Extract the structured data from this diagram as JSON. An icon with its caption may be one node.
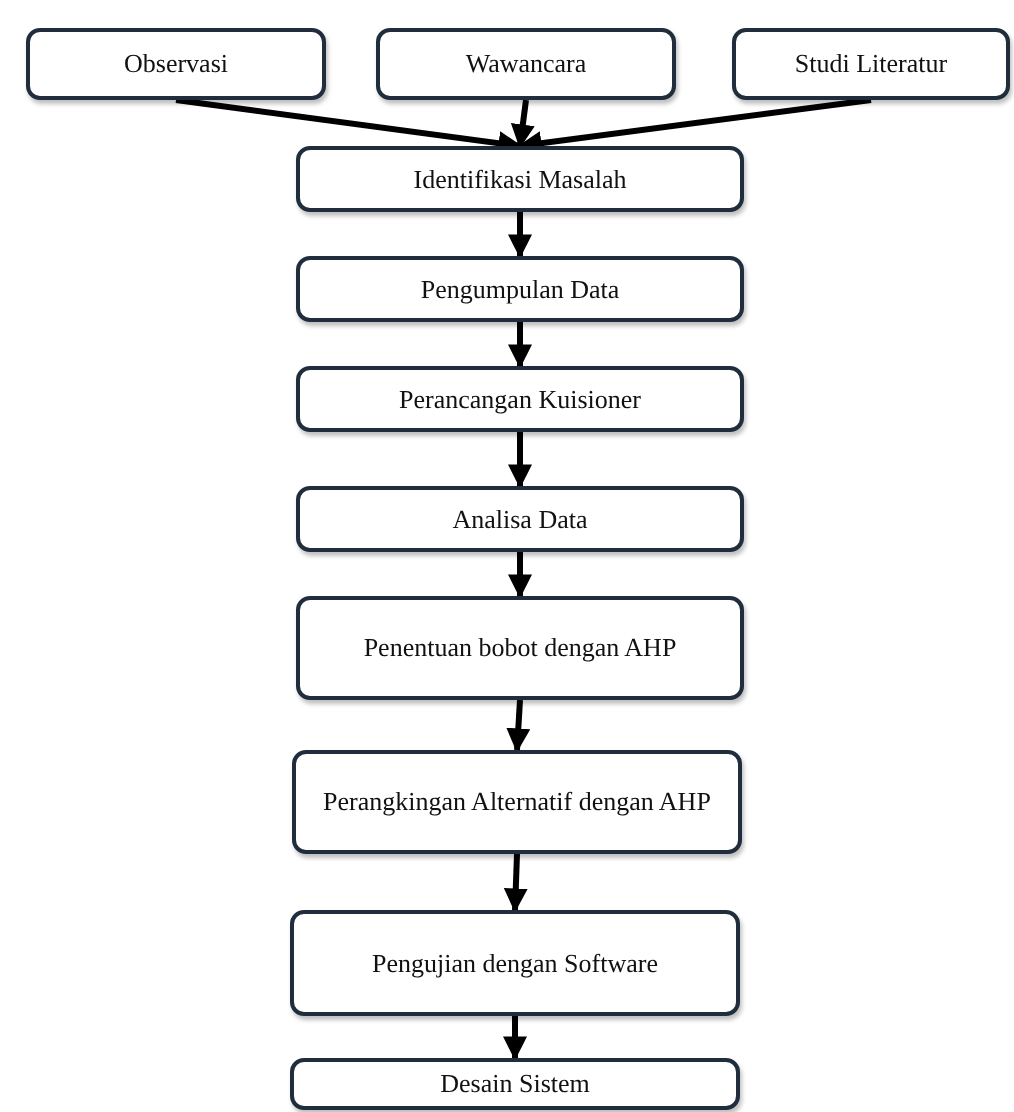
{
  "diagram": {
    "nodes": [
      {
        "text": [
          "Observasi"
        ]
      },
      {
        "text": [
          "Wawancara"
        ]
      },
      {
        "text": [
          "Studi Literatur"
        ]
      },
      {
        "text": [
          "Identifikasi Masalah"
        ]
      },
      {
        "text": [
          "Pengumpulan Data"
        ]
      },
      {
        "text": [
          "Perancangan Kuisioner"
        ]
      },
      {
        "text": [
          "Analisa Data"
        ]
      },
      {
        "text": [
          "Penentuan bobot dengan AHP"
        ]
      },
      {
        "text": [
          "Perangkingan Alternatif dengan AHP"
        ]
      },
      {
        "text": [
          "Pengujian dengan Software"
        ]
      },
      {
        "text": [
          "Desain Sistem"
        ]
      }
    ],
    "edges": [
      {
        "from": 0,
        "to": 3,
        "arrow": "to"
      },
      {
        "from": 1,
        "to": 3,
        "arrow": "to"
      },
      {
        "from": 2,
        "to": 3,
        "arrow": "to"
      },
      {
        "from": 3,
        "to": 4,
        "arrow": "to"
      },
      {
        "from": 4,
        "to": 5,
        "arrow": "to"
      },
      {
        "from": 5,
        "to": 6,
        "arrow": "to"
      },
      {
        "from": 6,
        "to": 7,
        "arrow": "to"
      },
      {
        "from": 7,
        "to": 8,
        "arrow": "to"
      },
      {
        "from": 8,
        "to": 9,
        "arrow": "to"
      },
      {
        "from": 9,
        "to": 10,
        "arrow": "to"
      }
    ]
  }
}
